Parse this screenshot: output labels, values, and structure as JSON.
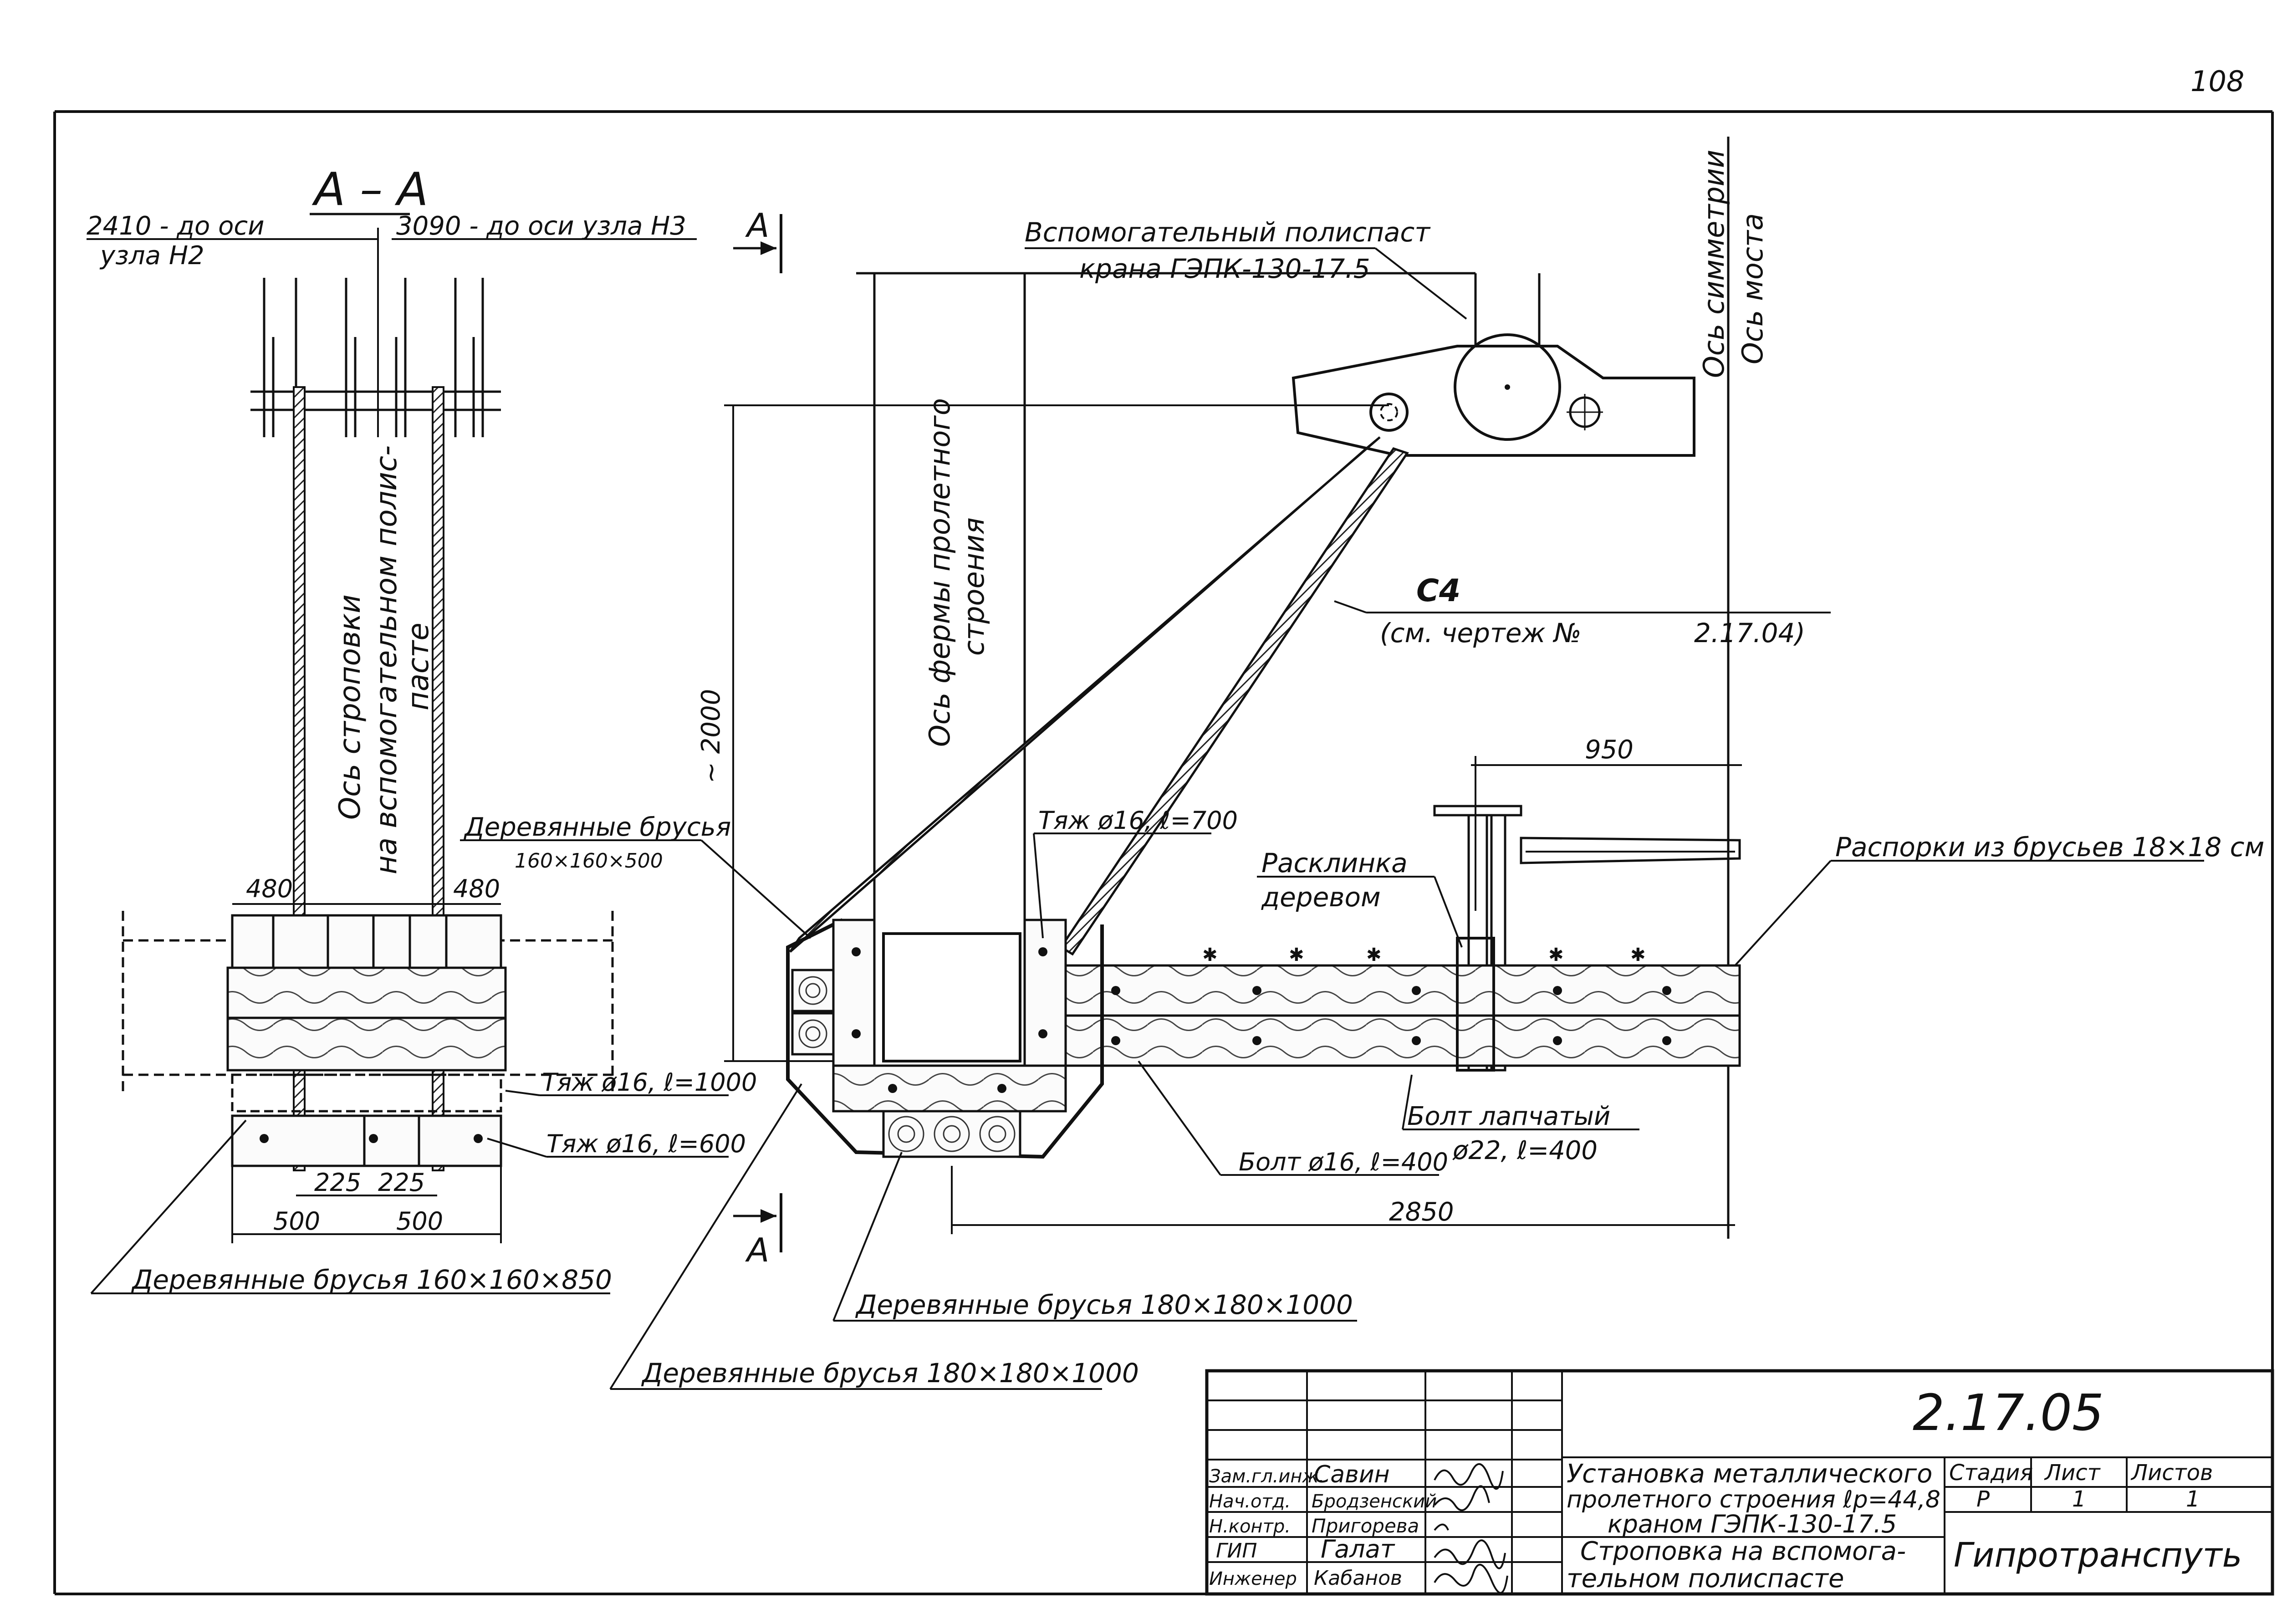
{
  "sheet_number": "108",
  "section_mark": "А – А",
  "section_letter": "А",
  "dimensions": {
    "to_axis_h2_line1": "2410 - до оси",
    "to_axis_h2_line2": "узла Н2",
    "to_axis_h3": "3090 - до оси узла Н3",
    "d480": "480",
    "d225": "225",
    "d500": "500",
    "d2000": "~ 2000",
    "d950": "950",
    "d2850": "2850"
  },
  "labels": {
    "sling_axis_1": "Ось строповки",
    "sling_axis_2": "на вспомогательном полис-",
    "sling_axis_3": "пасте",
    "truss_axis_1": "Ось фермы пролетного",
    "truss_axis_2": "строения",
    "symmetry_axis": "Ось симметрии",
    "bridge_axis": "Ось моста",
    "aux_hoist_1": "Вспомогательный полиспаст",
    "aux_hoist_2": "крана ГЭПК-130-17.5",
    "c4": "С4",
    "c4_ref_1": "(см. чертеж №",
    "c4_ref_2": "2.17.04)",
    "beams_160_500_1": "Деревянные брусья",
    "beams_160_500_2": "160×160×500",
    "tie_700": "Тяж ø16, ℓ=700",
    "wedging_1": "Расклинка",
    "wedging_2": "деревом",
    "struts": "Распорки из брусьев 18×18 см",
    "tie_1000": "Тяж ø16, ℓ=1000",
    "tie_600": "Тяж ø16, ℓ=600",
    "bolt_paw_1": "Болт лапчатый",
    "bolt_paw_2": "ø22, ℓ=400",
    "bolt_16": "Болт ø16, ℓ=400",
    "beams_160_850": "Деревянные брусья 160×160×850",
    "beams_180_a": "Деревянные брусья 180×180×1000",
    "beams_180_b": "Деревянные брусья 180×180×1000"
  },
  "title_block": {
    "doc_number": "2.17.05",
    "roles": [
      "Зам.гл.инж.",
      "Нач.отд.",
      "Н.контр.",
      "ГИП",
      "Инженер"
    ],
    "names": [
      "Савин",
      "Бродзенский",
      "Пригорева",
      "Галат",
      "Кабанов"
    ],
    "title_1": "Установка металлического",
    "title_2": "пролетного строения ℓр=44,8",
    "title_3": "краном ГЭПК-130-17.5",
    "subtitle_1": "Строповка на вспомога-",
    "subtitle_2": "тельном полиспасте",
    "stage_hdr": "Стадия",
    "sheet_hdr": "Лист",
    "sheets_hdr": "Листов",
    "stage_val": "Р",
    "sheet_val": "1",
    "sheets_val": "1",
    "org": "Гипротранспуть"
  }
}
